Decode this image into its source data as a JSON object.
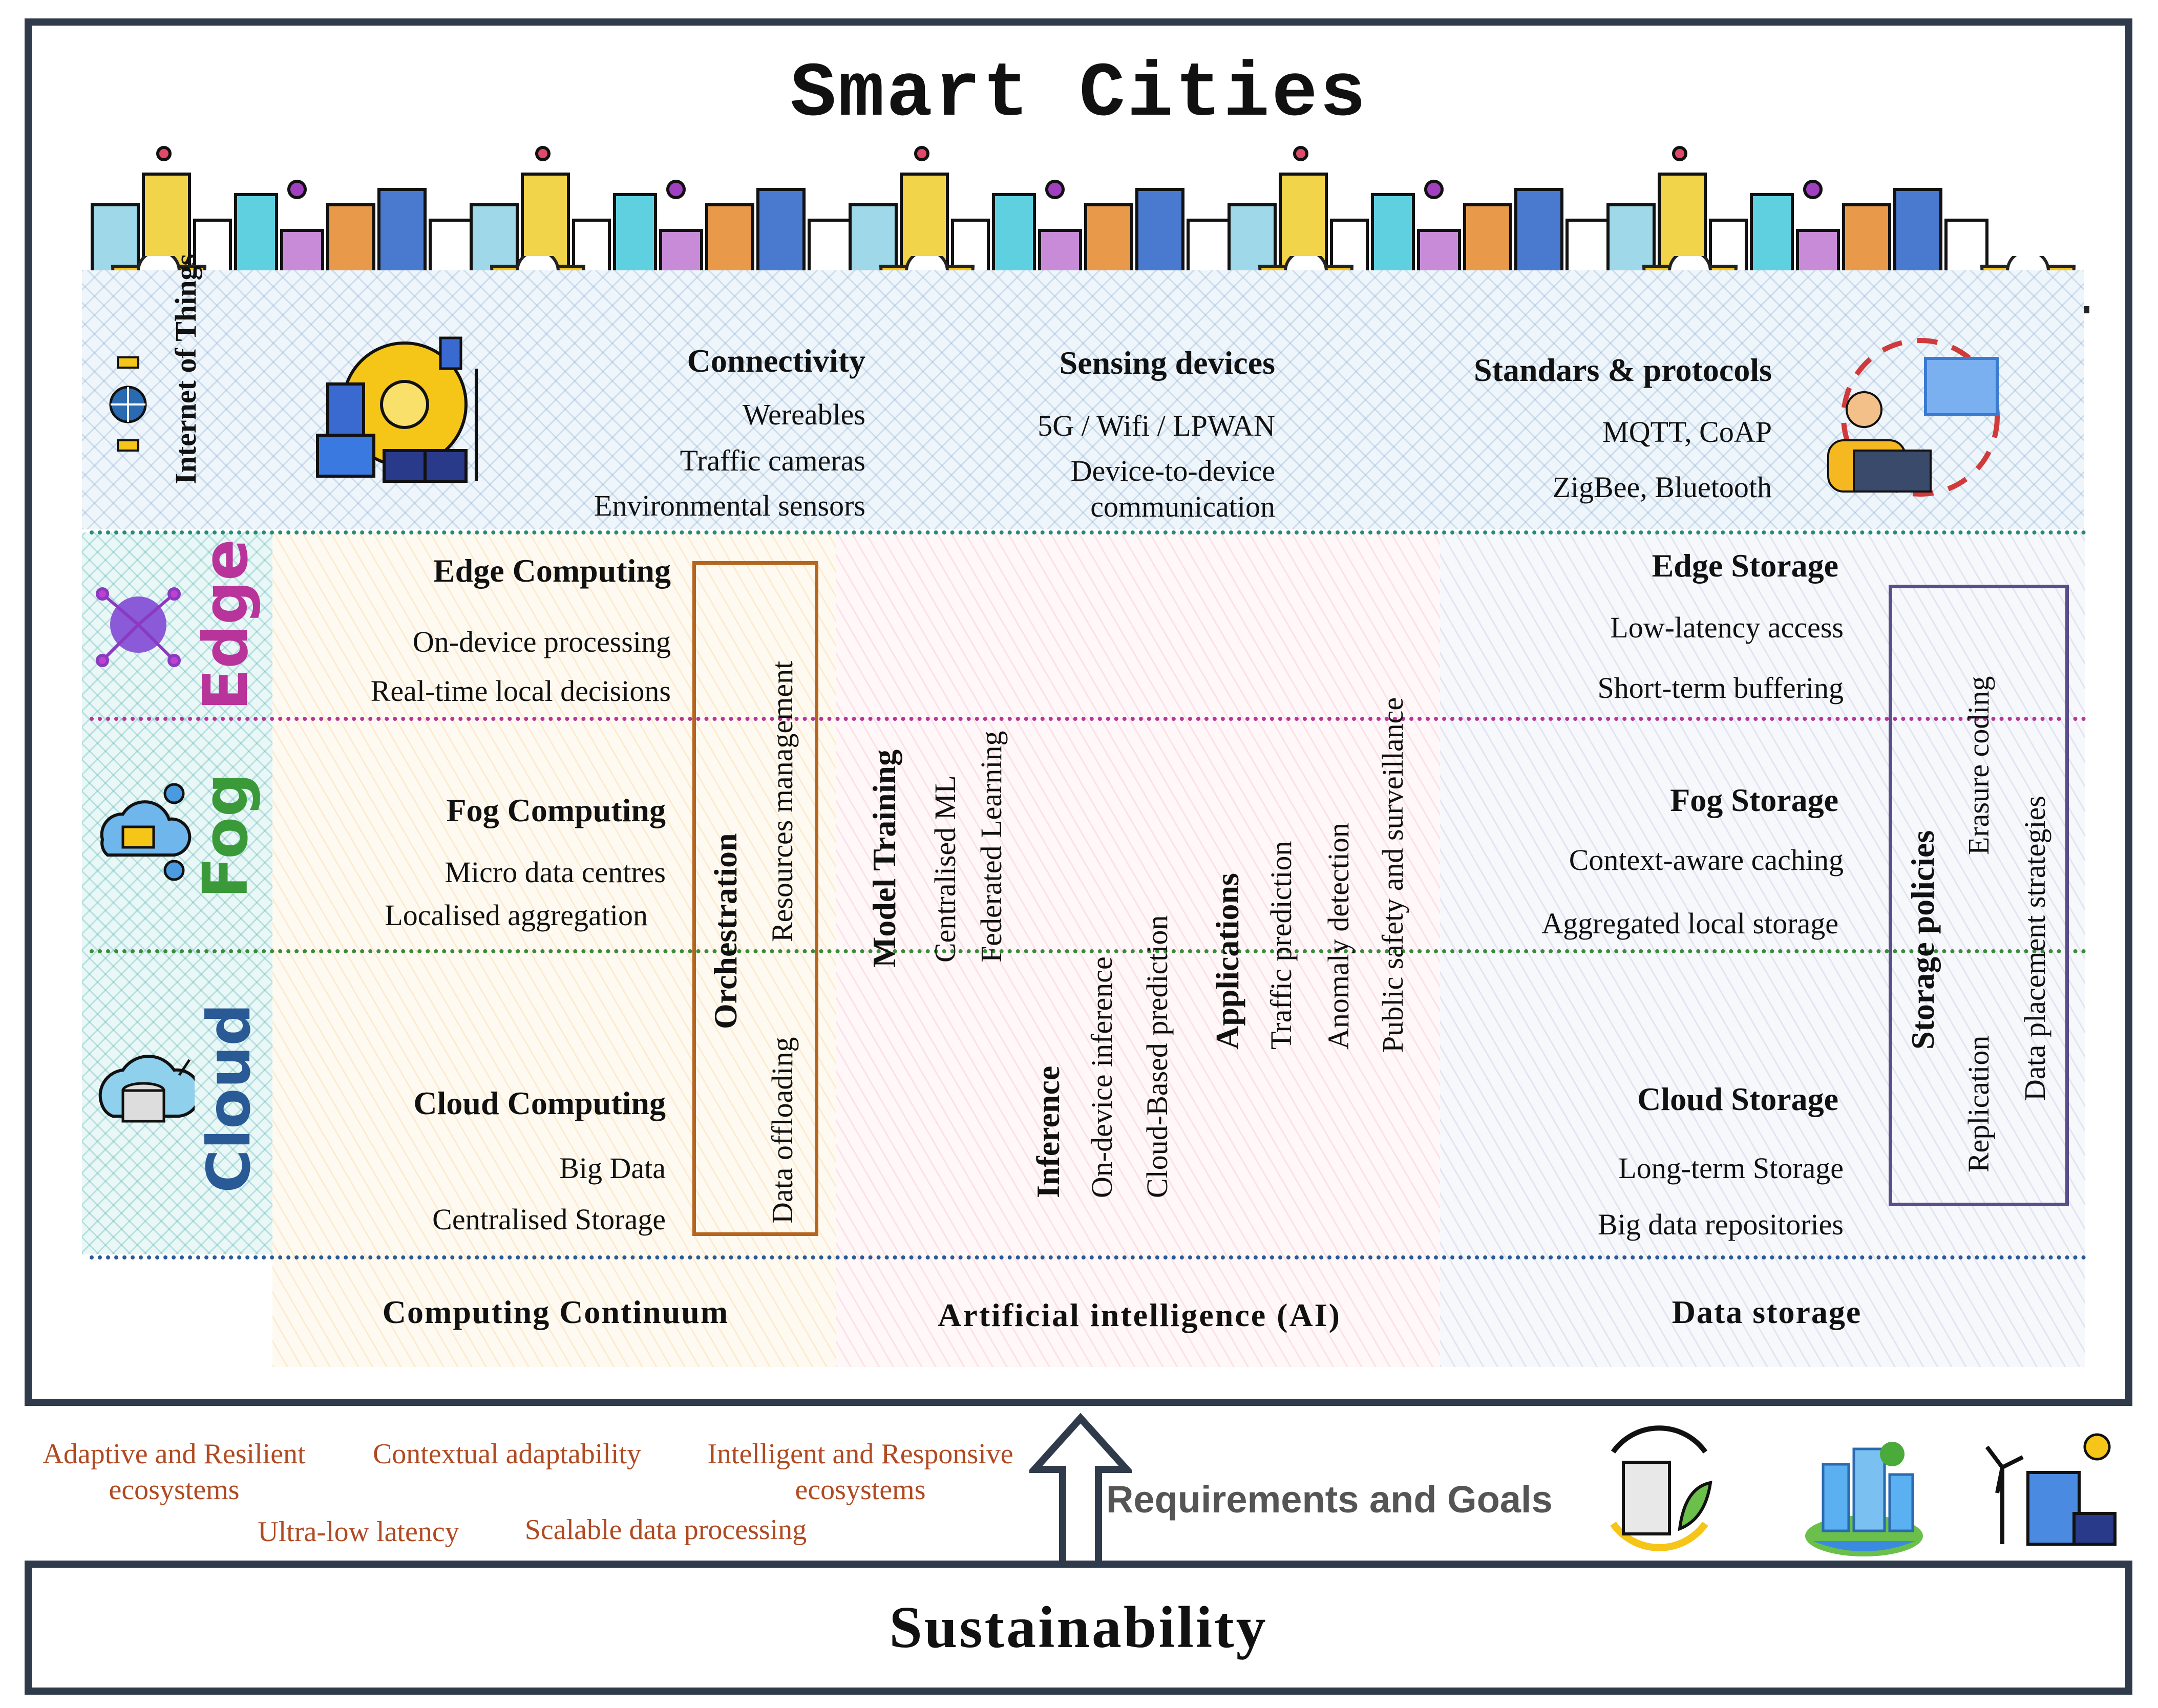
{
  "title": "Smart Cities",
  "layers": {
    "iot": "Internet of Things",
    "edge": "Edge",
    "fog": "Fog",
    "cloud": "Cloud"
  },
  "iot": {
    "connectivity": {
      "heading": "Connectivity",
      "items": [
        "Wereables",
        "Traffic cameras",
        "Environmental sensors"
      ]
    },
    "sensing": {
      "heading": "Sensing devices",
      "items": [
        "5G / Wifi / LPWAN",
        "Device-to-device",
        "communication"
      ]
    },
    "standards": {
      "heading": "Standars & protocols",
      "items": [
        "MQTT, CoAP",
        "ZigBee, Bluetooth"
      ]
    }
  },
  "computing": {
    "edge": {
      "heading": "Edge Computing",
      "items": [
        "On-device processing",
        "Real-time local decisions"
      ]
    },
    "fog": {
      "heading": "Fog Computing",
      "items": [
        "Micro data centres",
        "Localised aggregation"
      ]
    },
    "cloud": {
      "heading": "Cloud Computing",
      "items": [
        "Big Data",
        "Centralised Storage"
      ]
    },
    "orchestration": {
      "heading": "Orchestration",
      "items": [
        "Resources management",
        "Data offloading"
      ]
    }
  },
  "ai": {
    "training": {
      "heading": "Model Training",
      "items": [
        "Centralised ML",
        "Federated Learning"
      ]
    },
    "inference": {
      "heading": "Inference",
      "items": [
        "On-device inference",
        "Cloud-Based prediction"
      ]
    },
    "applications": {
      "heading": "Applications",
      "items": [
        "Traffic prediction",
        "Anomaly detection",
        "Public safety and surveillance"
      ]
    }
  },
  "storage": {
    "edge": {
      "heading": "Edge Storage",
      "items": [
        "Low-latency access",
        "Short-term buffering"
      ]
    },
    "fog": {
      "heading": "Fog Storage",
      "items": [
        "Context-aware caching",
        "Aggregated local storage"
      ]
    },
    "cloud": {
      "heading": "Cloud Storage",
      "items": [
        "Long-term Storage",
        "Big data repositories"
      ]
    },
    "policies": {
      "heading": "Storage policies",
      "items": [
        "Erasure coding",
        "Data placement strategies",
        "Replication"
      ]
    }
  },
  "columns": {
    "computing": "Computing Continuum",
    "ai": "Artificial intelligence (AI)",
    "storage": "Data storage"
  },
  "requirements": {
    "label": "Requirements and Goals",
    "items": [
      "Adaptive and Resilient",
      "ecosystems",
      "Contextual adaptability",
      "Intelligent and Responsive",
      "ecosystems",
      "Ultra-low latency",
      "Scalable data processing"
    ]
  },
  "footer": "Sustainability",
  "colors": {
    "frame": "#2f3b4a",
    "edge_label": "#b8349a",
    "fog_label": "#3a9a3a",
    "cloud_label": "#2a5a96",
    "orchestration_box": "#b5651d",
    "policies_box": "#5a4e8a",
    "requirement_text": "#b04a22"
  }
}
